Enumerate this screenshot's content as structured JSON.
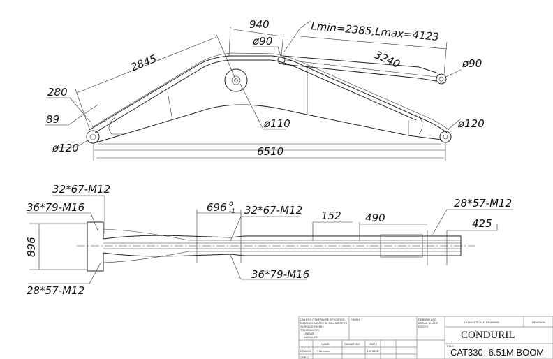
{
  "side_view": {
    "dims": {
      "d940": "940",
      "pin_top_dia": "ø90",
      "cyl_length": "Lmin=2385,Lmax=4123",
      "d3240": "3240",
      "pin_cyl_dia": "ø90",
      "d2845": "2845",
      "d280": "280",
      "d89": "89",
      "pin_left_dia": "ø120",
      "pivot_dia": "ø110",
      "pin_right_dia": "ø120",
      "d6510": "6510"
    }
  },
  "plan_view": {
    "dims": {
      "holes_top_left": "32*67-M12",
      "holes_left_a": "36*79-M16",
      "width_896": "896",
      "holes_bottom_left": "28*57-M12",
      "tol_696": "696",
      "tol_upper": "0",
      "tol_lower": "-1",
      "holes_mid_top": "32*67-M12",
      "d152": "152",
      "d490": "490",
      "holes_right": "28*57-M12",
      "d425": "425",
      "holes_mid_bottom": "36*79-M16"
    }
  },
  "title_block": {
    "unless": "UNLESS OTHERWISE SPECIFIED:",
    "dims_mm": "DIMENSIONS ARE IN MILLIMETERS",
    "surface": "SURFACE FINISH:",
    "tolerances": "TOLERANCES:",
    "linear": "LINEAR:",
    "angular": "ANGULAR:",
    "finish": "FINISH:",
    "deburr": "DEBURR AND",
    "break": "BREAK SHARP",
    "edges": "EDGES",
    "do_not_scale": "DO NOT SCALE DRAWING",
    "revision": "REVISION",
    "company": "CONDURIL",
    "name_h": "NAME",
    "signature_h": "SIGNATURE",
    "date_h": "DATE",
    "drawn": "DRAWN",
    "drawn_name": "P.Hänninen",
    "drawn_date": "3.3. 2021",
    "chkd": "CHK'D",
    "title_label": "TITLE:",
    "title": "CAT330- 6.51M BOOM"
  }
}
